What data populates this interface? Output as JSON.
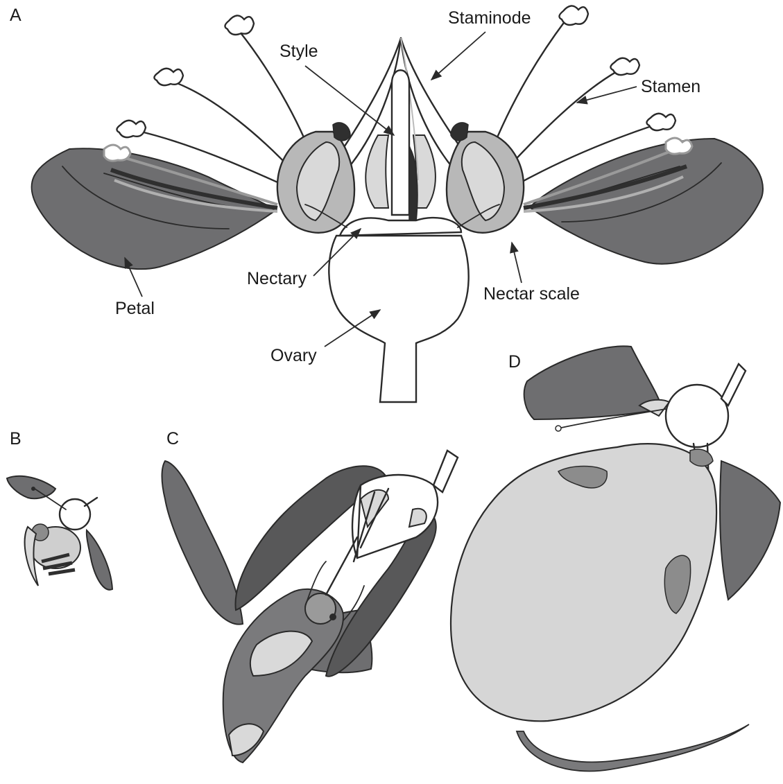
{
  "panels": {
    "a": "A",
    "b": "B",
    "c": "C",
    "d": "D"
  },
  "labels": {
    "staminode": "Staminode",
    "style": "Style",
    "stamen": "Stamen",
    "petal": "Petal",
    "nectary": "Nectary",
    "nectar_scale": "Nectar scale",
    "ovary": "Ovary"
  },
  "colors": {
    "petal": "#6e6e70",
    "nectar_scale": "#b8b8b8",
    "pale_fill": "#d9d9d9",
    "outline": "#2a2a2a"
  }
}
